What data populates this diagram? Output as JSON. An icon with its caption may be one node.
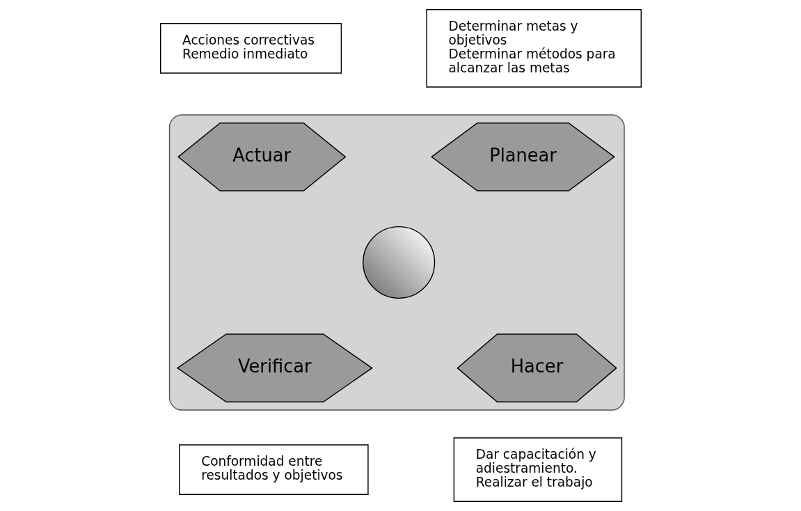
{
  "diagram": {
    "nodes": [
      {
        "text": [
          "Acciones correctivas",
          "Remedio inmediato"
        ]
      },
      {
        "text": [
          "Determinar metas y objetivos",
          "Determinar métodos para alcanzar las metas"
        ]
      },
      {
        "text": [],
        "shape": "hexagon"
      },
      {
        "text": [
          "Actuar"
        ],
        "in": 2
      },
      {
        "text": [
          "Planear"
        ],
        "in": 2
      },
      {
        "text": [],
        "shape": "circle",
        "in": 2
      },
      {
        "text": [
          "Verificar"
        ],
        "in": 2
      },
      {
        "text": [
          "Hacer"
        ],
        "in": 2
      },
      {
        "text": [
          "Conformidad entre resultados y objetivos"
        ]
      },
      {
        "text": [
          "Dar capacitación y adiestramiento.",
          "Realizar el trabajo"
        ]
      }
    ],
    "edges": []
  }
}
